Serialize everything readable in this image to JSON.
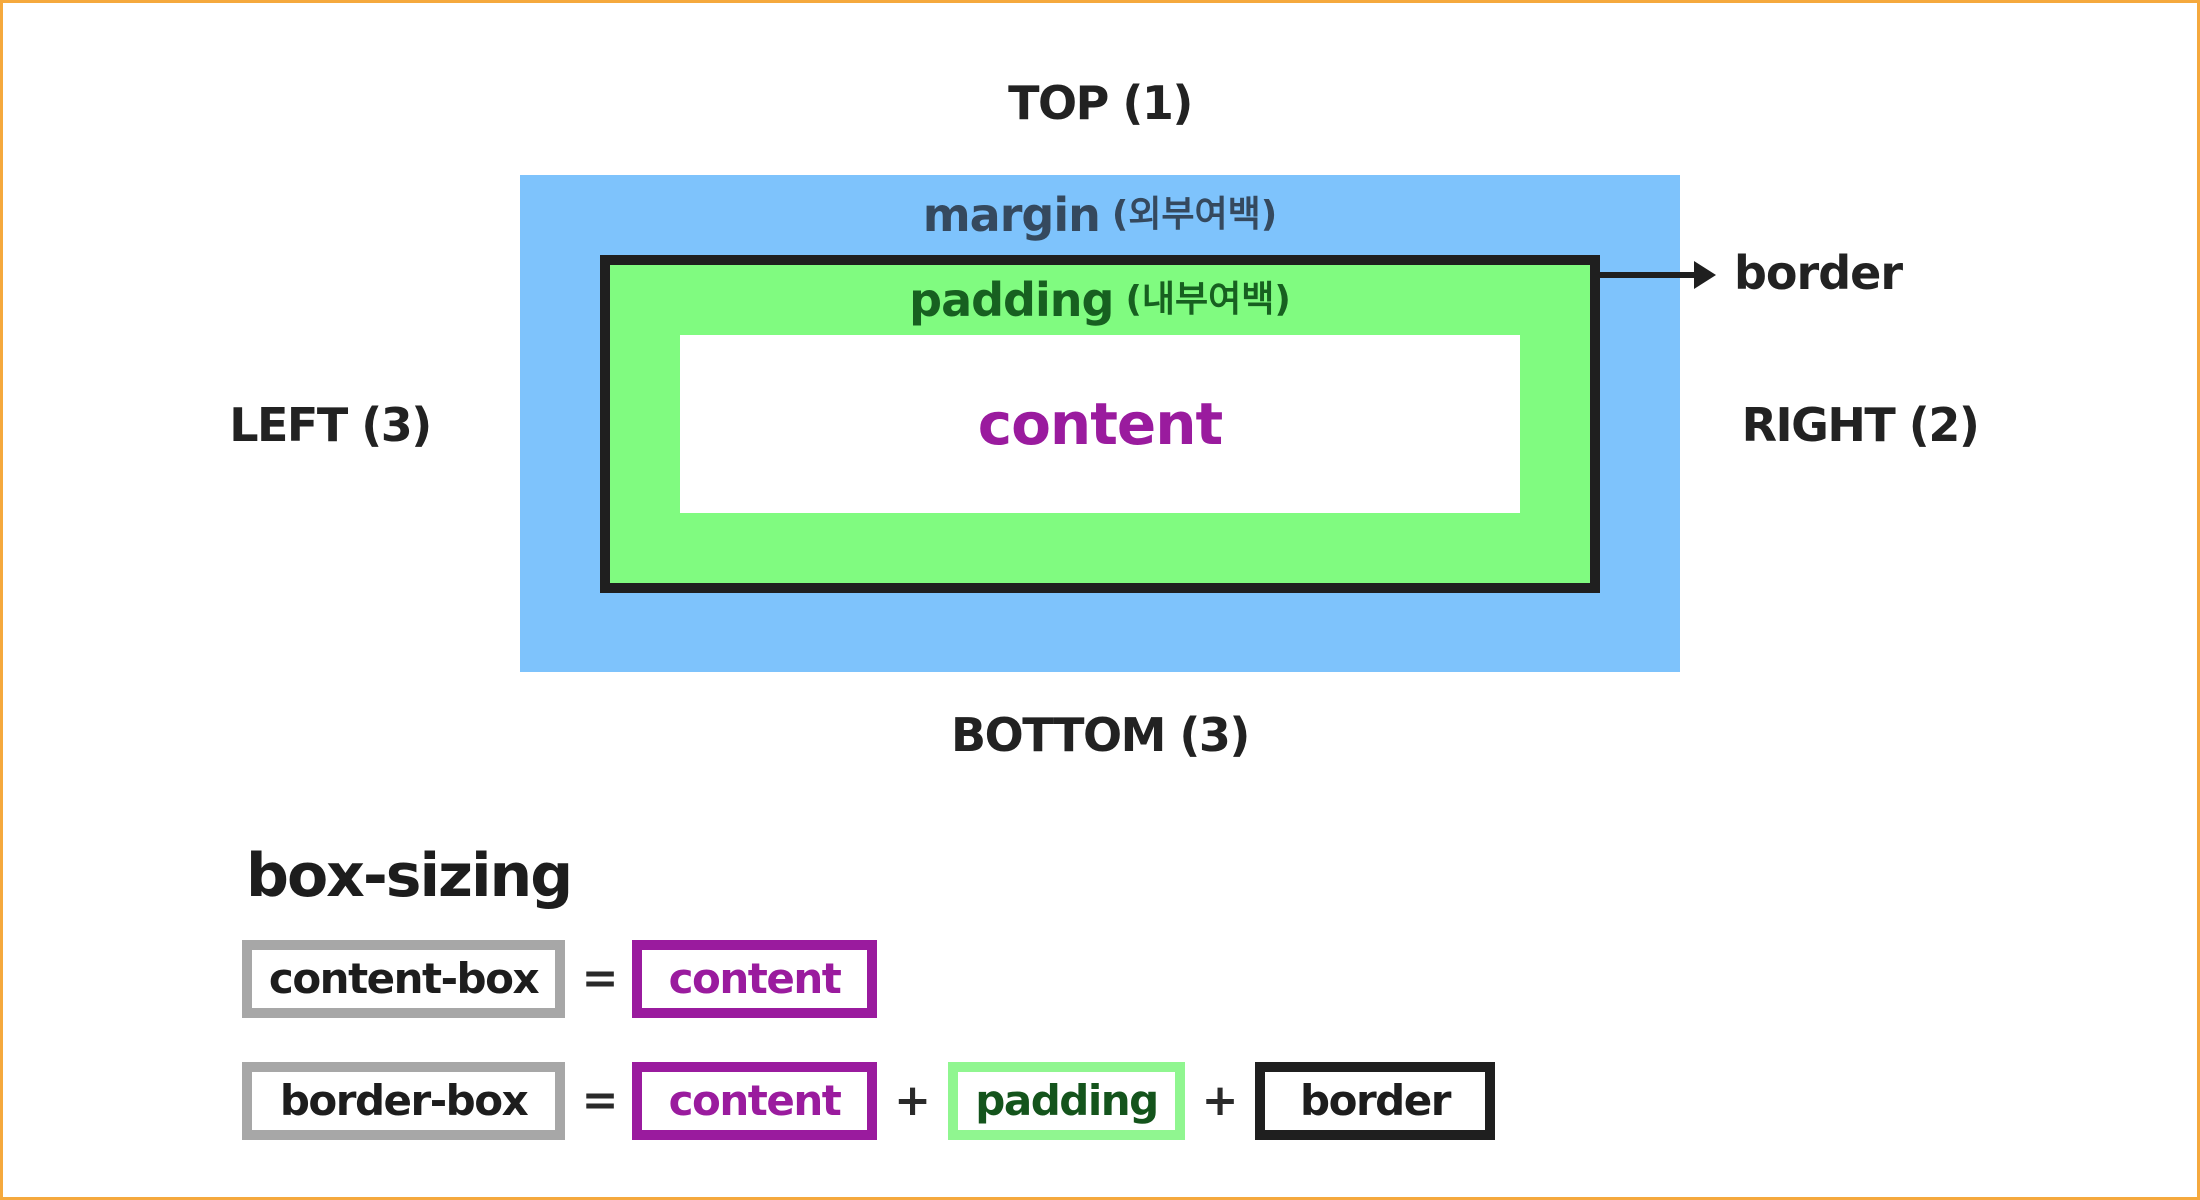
{
  "colors": {
    "frame_orange": "#f5a93d",
    "margin_blue": "#7ec3fc",
    "padding_green": "#80fb80",
    "border_dark": "#1f1f1f",
    "label_text": "#222222",
    "margin_text": "#35495e",
    "padding_text": "#176020",
    "content_purple": "#9a1b9e",
    "gray_border": "#a7a7a7",
    "term_green_border": "#90f690",
    "term_green_text": "#14541c"
  },
  "diagram": {
    "top_label": "TOP (1)",
    "left_label": "LEFT (3)",
    "right_label": "RIGHT (2)",
    "bottom_label": "BOTTOM (3)",
    "margin_word": "margin",
    "margin_paren": "(외부여백)",
    "padding_word": "padding",
    "padding_paren": "(내부여백)",
    "content_label": "content",
    "border_callout": "border"
  },
  "box_sizing": {
    "heading": "box-sizing",
    "equals": "=",
    "plus": "+",
    "row1": {
      "left_term": "content-box",
      "term_content": "content"
    },
    "row2": {
      "left_term": "border-box",
      "term_content": "content",
      "term_padding": "padding",
      "term_border": "border"
    }
  }
}
